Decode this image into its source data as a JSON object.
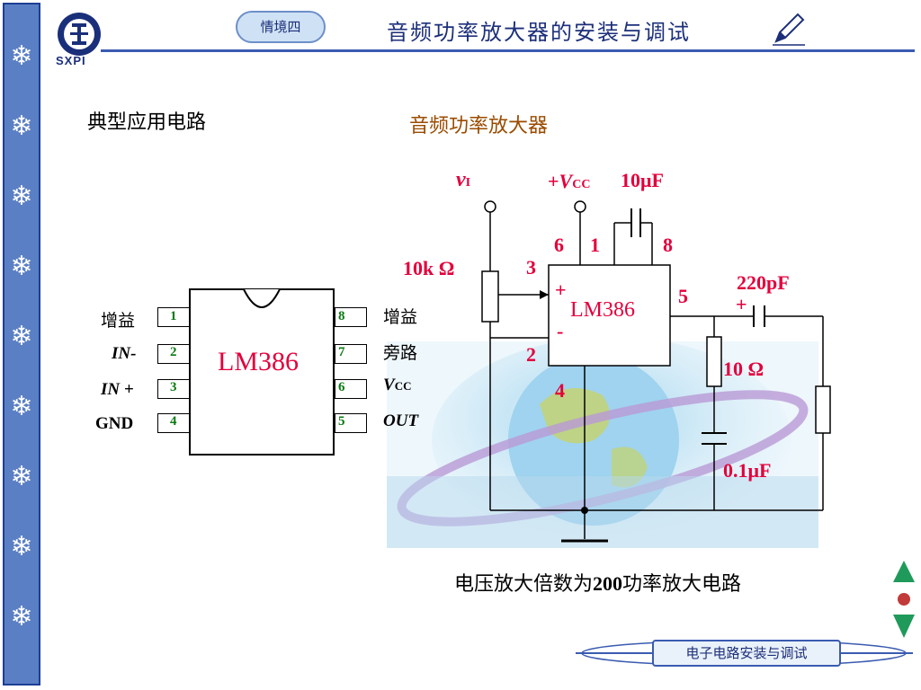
{
  "header": {
    "logo_text": "SXPI",
    "scenario_label": "情境四",
    "title": "音频功率放大器的安装与调试"
  },
  "section_title": "典型应用电路",
  "amp_title": "音频功率放大器",
  "chip": {
    "name": "LM386",
    "left_pins": [
      {
        "num": "1",
        "label": "增益"
      },
      {
        "num": "2",
        "label": "IN-"
      },
      {
        "num": "3",
        "label": "IN +"
      },
      {
        "num": "4",
        "label": "GND"
      }
    ],
    "right_pins": [
      {
        "num": "8",
        "label": "增益"
      },
      {
        "num": "7",
        "label": "旁路"
      },
      {
        "num": "6",
        "label": "VCC",
        "sub": "CC",
        "main": "V"
      },
      {
        "num": "5",
        "label": "OUT"
      }
    ]
  },
  "circuit": {
    "input_label_main": "v",
    "input_label_sub": "I",
    "supply_label_prefix": "+",
    "supply_label_main": "V",
    "supply_label_sub": "CC",
    "cap_gain": "10μF",
    "pot": "10k Ω",
    "cap_out": "220pF",
    "res": "10 Ω",
    "cap_filter": "0.1μF",
    "chip_name": "LM386",
    "pin_6": "6",
    "pin_1": "1",
    "pin_8": "8",
    "pin_3": "3",
    "pin_2": "2",
    "pin_4": "4",
    "pin_5": "5",
    "plus_in": "+",
    "minus_in": "-",
    "plus_cap": "+"
  },
  "gain_note_prefix": "电压放大倍数为",
  "gain_note_value": "200",
  "gain_note_suffix": "功率放大电路",
  "footer": {
    "course_title": "电子电路安装与调试"
  },
  "colors": {
    "accent_red": "#e3003c",
    "pin_green": "#0a7a12",
    "title_brown": "#9a4b00",
    "header_blue": "#1c2f7a"
  },
  "icons": [
    "snowflake-icon",
    "pencil-icon",
    "nav-up-icon",
    "nav-down-icon",
    "nav-home-icon"
  ]
}
